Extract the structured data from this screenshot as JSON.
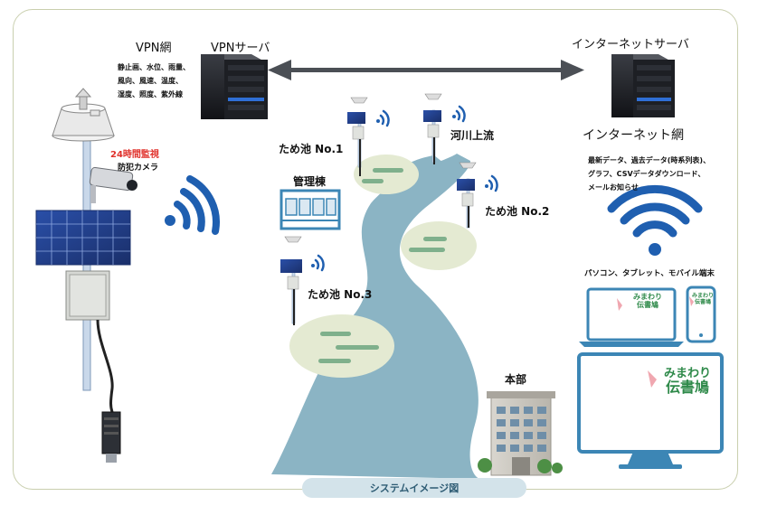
{
  "labels": {
    "vpn_net": "VPN網",
    "vpn_server": "VPNサーバ",
    "internet_server": "インターネットサーバ",
    "internet_net": "インターネット網",
    "monitor_24h": "24時間監視",
    "security_camera": "防犯カメラ",
    "pond1": "ため池 No.1",
    "pond2": "ため池 No.2",
    "pond3": "ため池 No.3",
    "river_upstream": "河川上流",
    "management_building": "管理棟",
    "headquarters": "本部",
    "devices": "パソコン、タブレット、モバイル端末"
  },
  "vpn_sensors": [
    "静止画、水位、雨量、",
    "風向、風速、温度、",
    "湿度、照度、紫外線"
  ],
  "internet_features": [
    "最新データ、過去データ(時系列表)、",
    "グラフ、CSVデータダウンロード、",
    "メールお知らせ"
  ],
  "app_logo": {
    "line1": "みまわり",
    "line2": "伝書鳩"
  },
  "caption": "システムイメージ図",
  "colors": {
    "river": "#8bb4c4",
    "pond": "#e4ead2",
    "bar": "#7fb08c",
    "wifi": "#1f5fb0",
    "accent_red": "#e0312b",
    "logo_green": "#2f8a4a"
  }
}
